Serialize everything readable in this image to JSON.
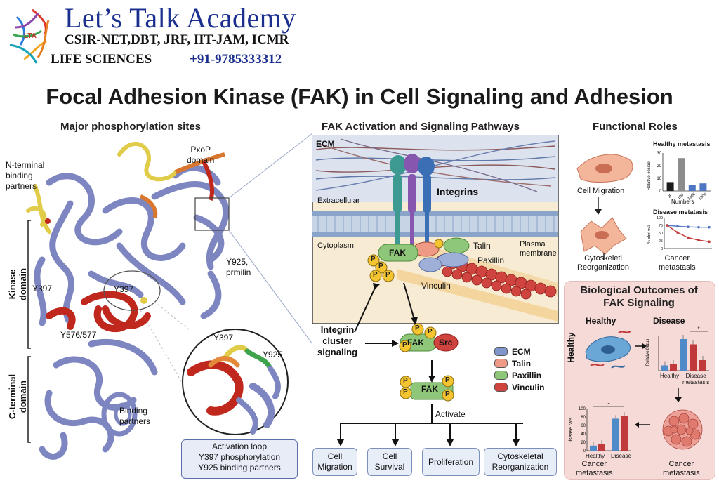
{
  "header": {
    "title": "Let’s Talk Academy",
    "subtitle": "CSIR-NET,DBT, JRF, IIT-JAM, ICMR",
    "life_sciences": "LIFE SCIENCES",
    "phone": "+91-9785333312",
    "logo_text": "LTA"
  },
  "main_title": "Focal Adhesion Kinase (FAK) in Cell Signaling and Adhesion",
  "left_panel": {
    "heading": "Major phosphorylation sites",
    "labels": {
      "n_terminal": "N-terminal\nbinding\npartners",
      "pxop": "PxoP\ndomain",
      "y925_prmilin": "Y925,\nprmilin",
      "y397_left": "Y397",
      "y397_circle": "Y397",
      "y576": "Y576/577",
      "kinase_domain": "Kinase\ndomain",
      "c_terminal": "C-terminal\ndomain",
      "binding_partners": "Binding\npartners",
      "zoom_y397": "Y397",
      "zoom_y925": "Y925"
    },
    "activation_box": [
      "Activation loop",
      "Y397 phosphorylation",
      "Y925 binding partners"
    ]
  },
  "center_panel": {
    "heading": "FAK Activation and Signaling Pathways",
    "ecm": "ECM",
    "integrins": "Integrins",
    "extracellular": "Extracellular",
    "cytoplasm": "Cytoplasm",
    "plasma_membrane": "Plasma\nmembrane",
    "fak": "FAK",
    "talin": "Talin",
    "paxillin": "Paxillin",
    "vinculin": "Vinculin",
    "src": "Src",
    "p": "P",
    "integrin_cluster": "Integrin\ncluster\nsignaling",
    "activate": "Activate",
    "legend": [
      {
        "label": "ECM",
        "color": "#7f95cc"
      },
      {
        "label": "Talin",
        "color": "#ef9a85"
      },
      {
        "label": "Paxillin",
        "color": "#8fc77a"
      },
      {
        "label": "Vinculin",
        "color": "#d0443f"
      }
    ],
    "outcomes": [
      "Cell\nMigration",
      "Cell\nSurvival",
      "Proliferation",
      "Cytoskeletal\nReorganization"
    ]
  },
  "right_panel": {
    "heading": "Functional Roles",
    "cell_migration": "Cell Migration",
    "cytoskeleton": "Cytoskeleti\nReorganization",
    "chart1": {
      "title": "Healthy metastasis",
      "ylabel": "Relative ɔosipɐl",
      "xlabel": "Numbers",
      "categories": [
        "9l",
        "100",
        "1000",
        "1000"
      ],
      "values": [
        7,
        26,
        5,
        6
      ],
      "ylim": [
        0,
        30
      ],
      "yticks": [
        "0",
        "10",
        "20",
        "30"
      ],
      "colors": [
        "#1a1a1a",
        "#8c8c8c",
        "#4f76c3",
        "#4f76c3"
      ]
    },
    "chart2": {
      "title": "Disease metatasis",
      "ylabel": "% ɔɓɐl ɐɥʇ",
      "yticks": [
        "100",
        "75",
        "50",
        "25",
        "0"
      ],
      "series": [
        {
          "values": [
            75,
            72,
            70,
            69,
            69
          ],
          "color": "#4f76c3"
        },
        {
          "values": [
            75,
            52,
            35,
            27,
            22
          ],
          "color": "#c0393b"
        }
      ],
      "ylim": [
        0,
        100
      ]
    },
    "cancer_metastasis": "Cancer\nmetastasis",
    "bio": {
      "heading": "Biological Outcomes of\nFAK Signaling",
      "healthy": "Healthy",
      "disease": "Disease",
      "healthy_vertical": "Healthy",
      "chart3": {
        "ylabel": "Relative ɓɐɪus",
        "categories": [
          "Healthy",
          "Disease\nmetastasis"
        ],
        "series": [
          {
            "values": [
              1.5,
              9
            ],
            "color": "#4f8bc9"
          },
          {
            "values": [
              1.8,
              7.5
            ],
            "color": "#c0393b"
          },
          {
            "values": [
              2,
              3
            ],
            "color": "#c0393b"
          }
        ],
        "star": "*"
      },
      "chart4": {
        "ylabel": "Disease rats",
        "yticks": [
          "100",
          "80",
          "60",
          "40",
          "20",
          "0"
        ],
        "categories": [
          "Healthy",
          "Disease"
        ],
        "values": [
          12,
          16,
          76,
          83
        ],
        "colors": [
          "#4f8bc9",
          "#c0393b",
          "#4f8bc9",
          "#c0393b"
        ],
        "ylim": [
          0,
          100
        ],
        "star": "*"
      },
      "cancer_metastasis_left": "Cancer\nmetastasis",
      "cancer_metastasis_right": "Cancer\nmetastasis"
    }
  }
}
